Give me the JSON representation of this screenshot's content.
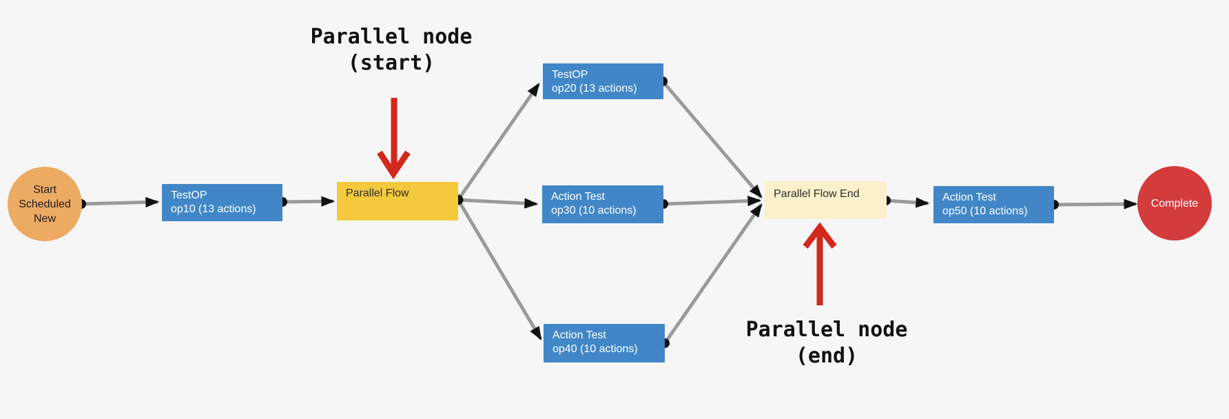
{
  "diagram": {
    "type": "workflow",
    "background": "#f6f6f7",
    "colors": {
      "process_node": "#4187c7",
      "parallel_start_node": "#f4c93e",
      "parallel_end_node": "#fbf0ca",
      "start_node": "#ecaa62",
      "complete_node": "#d43c3c",
      "edge": "#9a9a9a",
      "endpoint_dot": "#111111",
      "annotation_arrow": "#d3281c",
      "annotation_text": "#121212"
    }
  },
  "nodes": {
    "start": {
      "line1": "Start",
      "line2": "Scheduled",
      "line3": "New"
    },
    "op10": {
      "title": "TestOP",
      "subtitle": "op10 (13 actions)"
    },
    "parallel_start": {
      "title": "Parallel Flow"
    },
    "op20": {
      "title": "TestOP",
      "subtitle": "op20 (13 actions)"
    },
    "op30": {
      "title": "Action Test",
      "subtitle": "op30 (10 actions)"
    },
    "op40": {
      "title": "Action Test",
      "subtitle": "op40 (10 actions)"
    },
    "parallel_end": {
      "title": "Parallel Flow End"
    },
    "op50": {
      "title": "Action Test",
      "subtitle": "op50 (10 actions)"
    },
    "complete": {
      "title": "Complete"
    }
  },
  "edges": [
    {
      "from": "Start Scheduled New",
      "to": "TestOP op10"
    },
    {
      "from": "TestOP op10",
      "to": "Parallel Flow"
    },
    {
      "from": "Parallel Flow",
      "to": "TestOP op20"
    },
    {
      "from": "Parallel Flow",
      "to": "Action Test op30"
    },
    {
      "from": "Parallel Flow",
      "to": "Action Test op40"
    },
    {
      "from": "TestOP op20",
      "to": "Parallel Flow End"
    },
    {
      "from": "Action Test op30",
      "to": "Parallel Flow End"
    },
    {
      "from": "Action Test op40",
      "to": "Parallel Flow End"
    },
    {
      "from": "Parallel Flow End",
      "to": "Action Test op50"
    },
    {
      "from": "Action Test op50",
      "to": "Complete"
    }
  ],
  "annotations": {
    "start": {
      "line1": "Parallel node",
      "line2": "(start)"
    },
    "end": {
      "line1": "Parallel node",
      "line2": "(end)"
    }
  }
}
